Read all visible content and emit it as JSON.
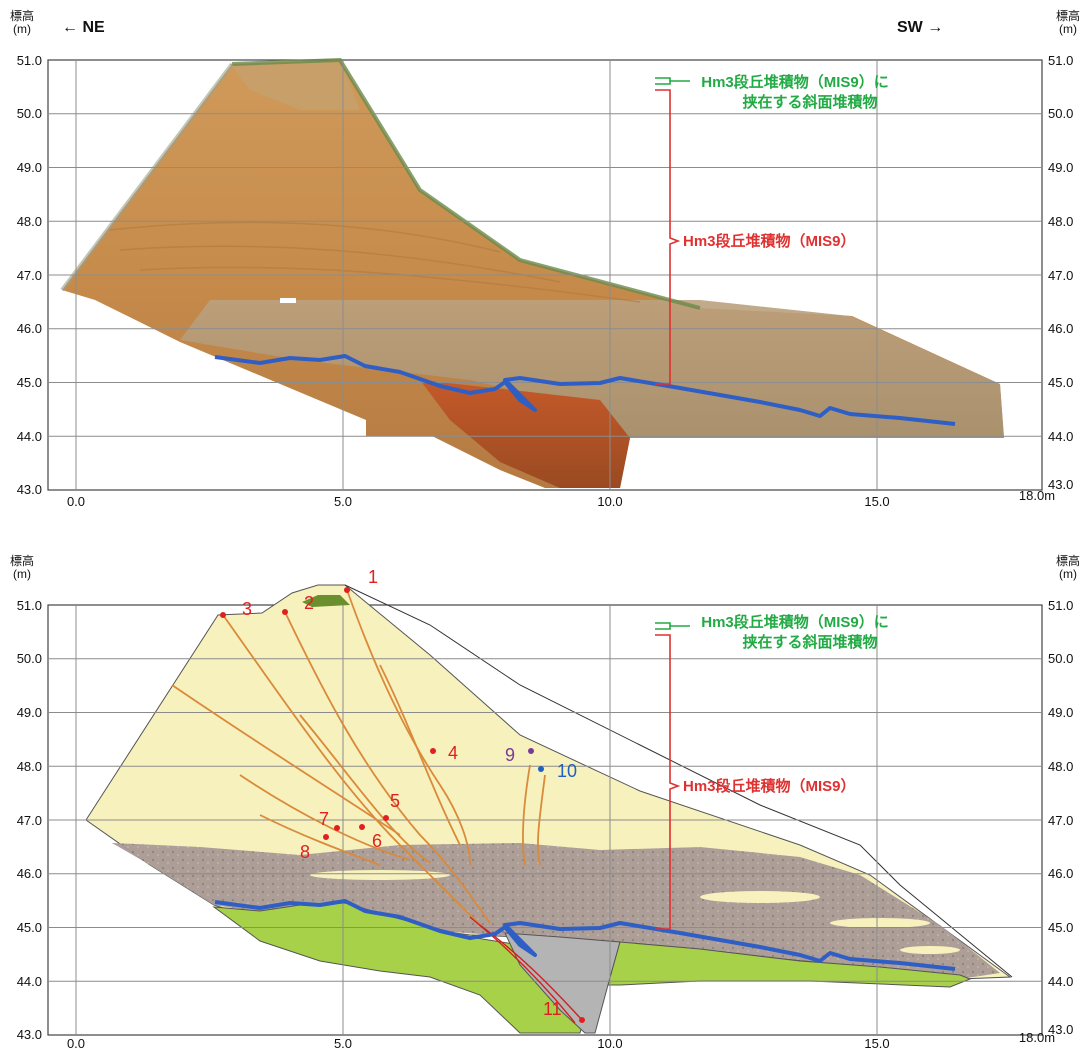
{
  "axis": {
    "y_label_line1": "標高",
    "y_label_line2": "(m)",
    "y_ticks": [
      "51.0",
      "50.0",
      "49.0",
      "48.0",
      "47.0",
      "46.0",
      "45.0",
      "44.0",
      "43.0"
    ],
    "x_ticks": [
      "0.0",
      "5.0",
      "10.0",
      "15.0",
      "18.0m"
    ]
  },
  "direction": {
    "left": "← NE",
    "right": "SW →"
  },
  "annotations": {
    "slope_deposit_line1": "Hm3段丘堆積物（MIS9）に",
    "slope_deposit_line2": "挟在する斜面堆積物",
    "terrace_deposit": "Hm3段丘堆積物（MIS9）"
  },
  "points": [
    {
      "label": "1",
      "color": "#e02020"
    },
    {
      "label": "2",
      "color": "#e02020"
    },
    {
      "label": "3",
      "color": "#e02020"
    },
    {
      "label": "4",
      "color": "#e02020"
    },
    {
      "label": "5",
      "color": "#e02020"
    },
    {
      "label": "6",
      "color": "#e02020"
    },
    {
      "label": "7",
      "color": "#e02020"
    },
    {
      "label": "8",
      "color": "#e02020"
    },
    {
      "label": "9",
      "color": "#7a3a9a"
    },
    {
      "label": "10",
      "color": "#2060c0"
    },
    {
      "label": "11",
      "color": "#e02020"
    }
  ],
  "colors": {
    "boundary_line": "#2f5fc4",
    "bracket_red": "#e03030",
    "bracket_green": "#22aa44",
    "grid": "#9a9a9a",
    "fill_yellow": "#f7f1bd",
    "fill_gravel": "#a99a96",
    "fill_green": "#a8d14a",
    "fill_gray": "#b4b4b4",
    "outcrop_orange": "#c58a4a"
  }
}
